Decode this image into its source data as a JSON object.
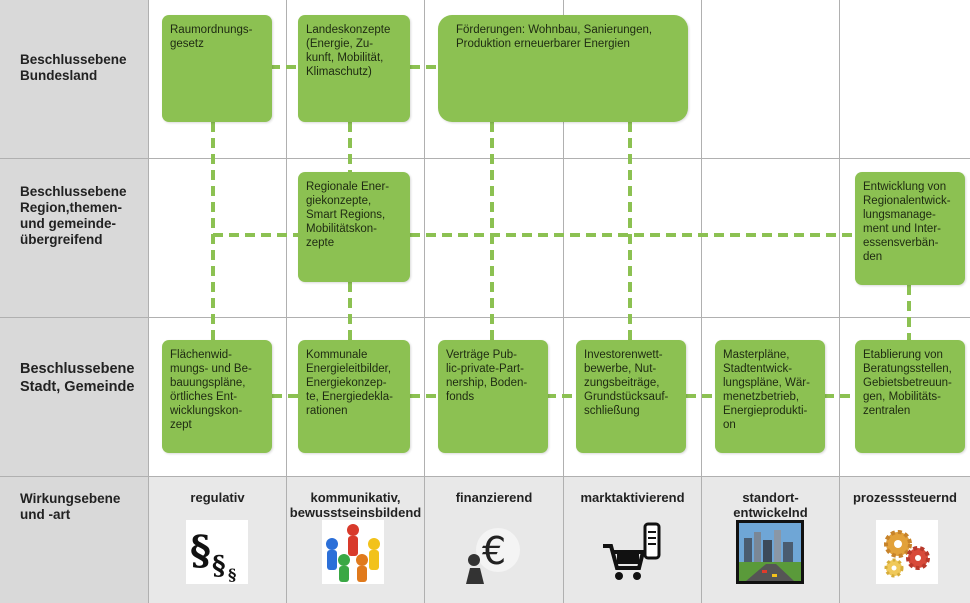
{
  "rows": [
    {
      "label": "Beschlussebene\nBundesland"
    },
    {
      "label": "Beschlussebene\nRegion,themen-\nund gemeinde-\nübergreifend"
    },
    {
      "label": "Beschlussebene\nStadt, Gemeinde"
    },
    {
      "label": "Wirkungsebene\nund -art"
    }
  ],
  "boxes": {
    "raumordnung": "Raumordnungs-\ngesetz",
    "landeskonzepte": "Landeskonzepte\n(Energie, Zu-\nkunft, Mobilität,\nKlimaschutz)",
    "foerderungen": "Förderungen: Wohnbau, Sanierungen,\nProduktion erneuerbarer Energien",
    "regionale": "Regionale Ener-\ngiekonzepte,\nSmart Regions,\nMobilitätskon-\nzepte",
    "regionalentwicklung": "Entwicklung von\nRegionalentwick-\nlungsmanage-\nment und Inter-\nessensverbän-\nden",
    "flaechen": "Flächenwid-\nmungs- und Be-\nbauungspläne,\nörtliches Ent-\nwicklungskon-\nzept",
    "kommunale": "Kommunale\nEnergieleitbilder,\nEnergiekonzep-\nte, Energiedekla-\nrationen",
    "vertraege": "Verträge Pub-\nlic-private-Part-\nnership, Boden-\nfonds",
    "investoren": "Investorenwett-\nbewerbe, Nut-\nzungsbeiträge,\nGrundstücksauf-\nschließung",
    "masterplaene": "Masterpläne,\nStadtentwick-\nlungspläne, Wär-\nmenetzbetrieb,\nEnergieprodukti-\non",
    "etablierung": "Etablierung von\nBeratungsstellen,\nGebietsbetreuun-\ngen, Mobilitäts-\nzentralen"
  },
  "categories": [
    {
      "label": "regulativ",
      "icon": "paragraph-icon"
    },
    {
      "label": "kommunikativ,\nbewusstseinsbildend",
      "icon": "people-circle-icon"
    },
    {
      "label": "finanzierend",
      "icon": "euro-icon"
    },
    {
      "label": "marktaktivierend",
      "icon": "shopping-cart-icon"
    },
    {
      "label": "standort-\nentwickelnd",
      "icon": "city-icon"
    },
    {
      "label": "prozesssteuernd",
      "icon": "gears-icon"
    }
  ],
  "colors": {
    "box": "#8cc152",
    "connector": "#8cc152",
    "header_bg": "#d9d9d9"
  }
}
